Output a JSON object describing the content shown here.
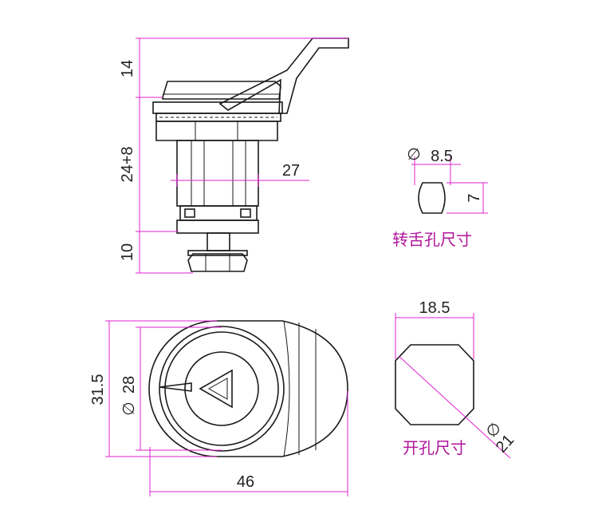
{
  "diagram": {
    "side_view": {
      "dim_top": "14",
      "dim_middle": "24+8",
      "dim_bottom": "10",
      "dim_body": "27"
    },
    "tongue_hole": {
      "dim_width": "8.5",
      "dim_height": "7",
      "caption": "转舌孔尺寸"
    },
    "front_view": {
      "dim_height_outer": "31.5",
      "dim_diameter": "28",
      "dim_width": "46"
    },
    "cutout": {
      "dim_width": "18.5",
      "dim_diameter": "21",
      "caption": "开孔尺寸"
    },
    "diameter_symbol": "∅",
    "colors": {
      "dimension": "#e020d0",
      "outline": "#1a1a1a",
      "caption": "#b0159b"
    }
  }
}
